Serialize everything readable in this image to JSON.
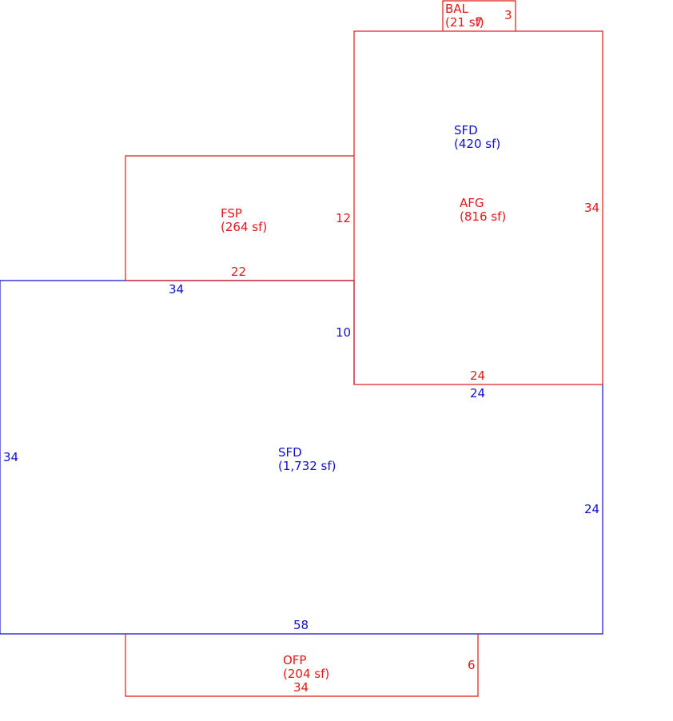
{
  "colors": {
    "living": "#1010c8",
    "other": "#e01818",
    "background": "#ffffff"
  },
  "areas": [
    {
      "code": "SFD",
      "area": "(1,732 sf)",
      "kind": "living",
      "sides": [
        "34",
        "58",
        "24",
        "10",
        "34"
      ]
    },
    {
      "code": "SFD",
      "area": "(420 sf)",
      "kind": "living",
      "sides": [
        "24"
      ]
    },
    {
      "code": "AFG",
      "area": "(816 sf)",
      "kind": "other",
      "sides": [
        "34",
        "24"
      ]
    },
    {
      "code": "FSP",
      "area": "(264 sf)",
      "kind": "other",
      "sides": [
        "12",
        "22"
      ]
    },
    {
      "code": "BAL",
      "area": "(21 sf)",
      "kind": "other",
      "sides": [
        "7",
        "3"
      ]
    },
    {
      "code": "OFP",
      "area": "(204 sf)",
      "kind": "other",
      "sides": [
        "6",
        "34"
      ]
    }
  ]
}
